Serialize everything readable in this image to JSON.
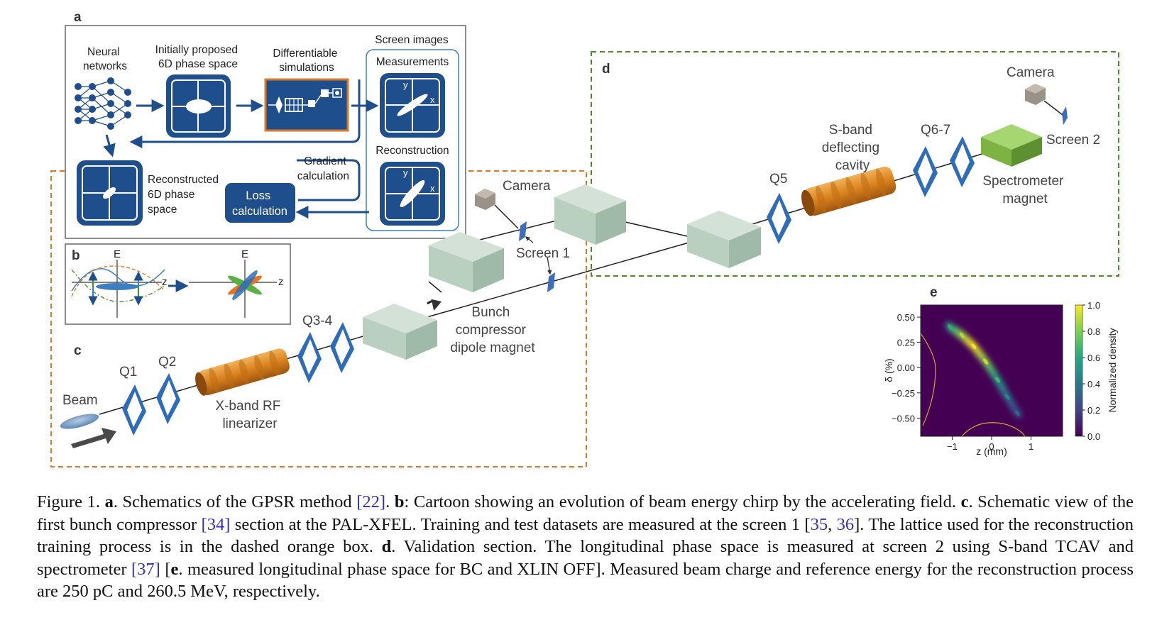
{
  "panel_a": {
    "letter": "a",
    "nn_label": [
      "Neural",
      "networks"
    ],
    "initial_label": [
      "Initially proposed",
      "6D phase space"
    ],
    "diff_label": [
      "Differentiable",
      "simulations"
    ],
    "screen_images": "Screen images",
    "measurements": "Measurements",
    "reconstruction": "Reconstruction",
    "axis_y": "y",
    "axis_x": "x",
    "gradient": [
      "Gradient",
      "calculation"
    ],
    "loss": [
      "Loss",
      "calculation"
    ],
    "reconstructed": [
      "Reconstructed",
      "6D phase",
      "space"
    ]
  },
  "panel_b": {
    "letter": "b",
    "energy": "E",
    "z": "z"
  },
  "beamline": {
    "letter_c": "c",
    "letter_d": "d",
    "beam": "Beam",
    "q1": "Q1",
    "q2": "Q2",
    "xband": [
      "X-band RF",
      "linearizer"
    ],
    "q34": "Q3-4",
    "bunch": [
      "Bunch",
      "compressor",
      "dipole magnet"
    ],
    "camera1": "Camera",
    "screen1": "Screen 1",
    "q5": "Q5",
    "sband": [
      "S-band",
      "deflecting",
      "cavity"
    ],
    "q67": "Q6-7",
    "camera2": "Camera",
    "screen2": "Screen 2",
    "spectrometer": [
      "Spectrometer",
      "magnet"
    ]
  },
  "colors": {
    "dark_blue": "#1f4e8c",
    "quad_blue": "#3d7fc1",
    "orange_box": "#d97a2b",
    "green_box": "#4f8a2c",
    "dipole": "#b9cfc0",
    "cavity": "#d9821e",
    "spectrometer": "#7cb342"
  },
  "chart_data": {
    "type": "heatmap",
    "panel_letter": "e",
    "xlabel": "z (mm)",
    "ylabel": "δ (%)",
    "xlim": [
      -1.8,
      1.8
    ],
    "ylim": [
      -0.68,
      0.62
    ],
    "x_ticks": [
      {
        "value": -1,
        "label": "−1"
      },
      {
        "value": 0,
        "label": "0"
      },
      {
        "value": 1,
        "label": "1"
      }
    ],
    "y_ticks": [
      {
        "value": 0.5,
        "label": "0.50"
      },
      {
        "value": 0.25,
        "label": "0.25"
      },
      {
        "value": 0.0,
        "label": "0.00"
      },
      {
        "value": -0.25,
        "label": "−0.25"
      },
      {
        "value": -0.5,
        "label": "−0.50"
      }
    ],
    "colorbar": {
      "label": "Normalized density",
      "range": [
        0,
        1
      ],
      "ticks": [
        {
          "value": 1.0,
          "label": "1.0"
        },
        {
          "value": 0.8,
          "label": "0.8"
        },
        {
          "value": 0.6,
          "label": "0.6"
        },
        {
          "value": 0.4,
          "label": "0.4"
        },
        {
          "value": 0.2,
          "label": "0.2"
        },
        {
          "value": 0.0,
          "label": "0.0"
        }
      ]
    },
    "ridge": [
      {
        "z": -1.05,
        "delta": 0.4,
        "density": 0.55
      },
      {
        "z": -0.75,
        "delta": 0.32,
        "density": 0.8
      },
      {
        "z": -0.45,
        "delta": 0.21,
        "density": 1.0
      },
      {
        "z": -0.15,
        "delta": 0.06,
        "density": 0.85
      },
      {
        "z": 0.15,
        "delta": -0.12,
        "density": 0.6
      },
      {
        "z": 0.4,
        "delta": -0.29,
        "density": 0.4
      },
      {
        "z": 0.65,
        "delta": -0.45,
        "density": 0.25
      }
    ]
  },
  "caption": {
    "fig": "Figure 1.",
    "a": "a",
    "t1": ". Schematics of the GPSR method ",
    "r22": "[22]",
    "t2": ". ",
    "b": "b",
    "t3": ": Cartoon showing an evolution of beam energy chirp by the accelerating field. ",
    "c": "c",
    "t4": ". Schematic view of the first bunch compressor ",
    "r34": "[34]",
    "t5": " section at the PAL-XFEL. Training and test datasets are measured at the screen 1 [",
    "r35": "35",
    "t6": ", ",
    "r36": "36",
    "t7": "]. The lattice used for the reconstruction training process is in the dashed orange box. ",
    "d": "d",
    "t8": ". Validation section. The longitudinal phase space is measured at screen 2 using S-band TCAV and spectrometer ",
    "r37": "[37]",
    "t9": " [",
    "e": "e",
    "t10": ". measured longitudinal phase space for BC and XLIN OFF]. Measured beam charge and reference energy for the reconstruction process are 250 pC and 260.5 MeV, respectively."
  }
}
